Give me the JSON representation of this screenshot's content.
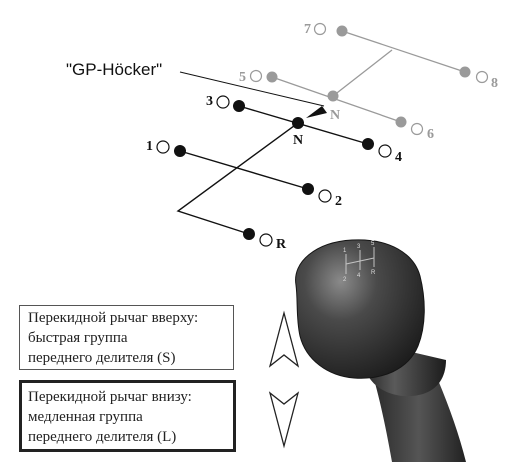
{
  "hump_label": "\"GP-Höcker\"",
  "neutral_label": "N",
  "upper_plane_gears": [
    "5",
    "6",
    "7",
    "8"
  ],
  "upper_neutral_label": "N",
  "lower_plane_gears": [
    "1",
    "2",
    "3",
    "4",
    "R"
  ],
  "box_up": {
    "lines": [
      "Перекидной рычаг вверху:",
      "быстрая группа",
      "переднего делителя (S)"
    ]
  },
  "box_down": {
    "lines": [
      "Перекидной рычаг внизу:",
      "медленная группа",
      "переднего делителя (L)"
    ]
  },
  "knob_pattern": [
    "1",
    "3",
    "5",
    "2",
    "4",
    "R"
  ],
  "colors": {
    "lower_plane": "#111111",
    "upper_plane": "#9a9a9a",
    "knob": "#3a3a3a"
  }
}
